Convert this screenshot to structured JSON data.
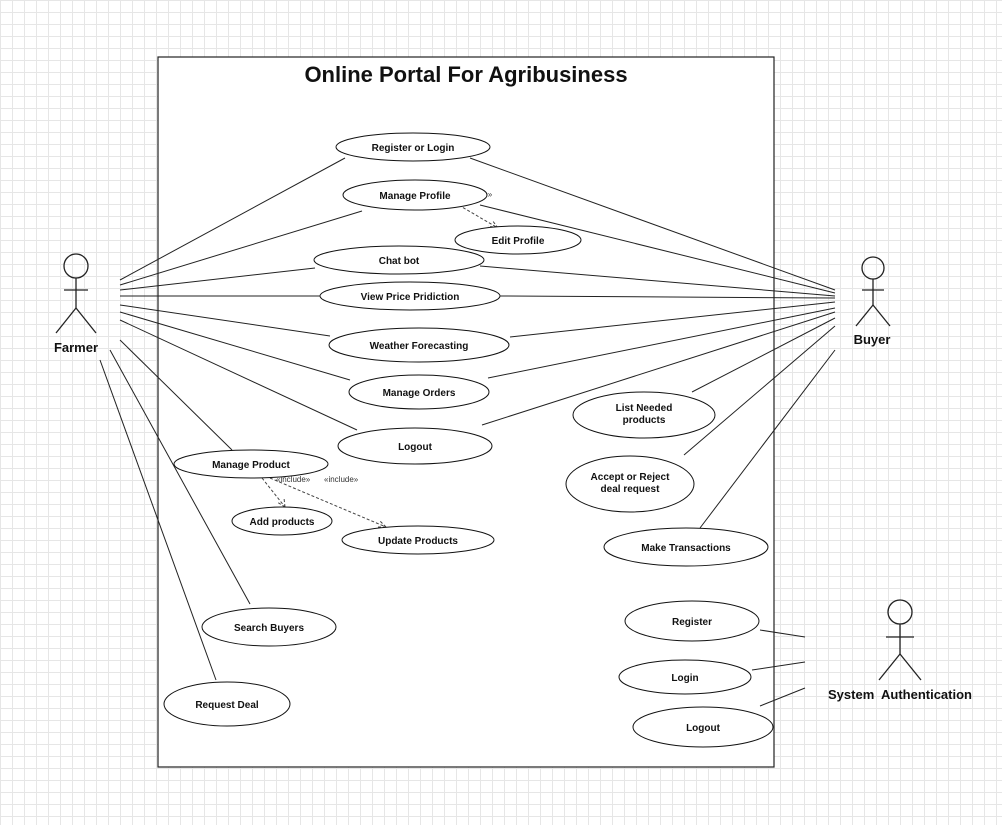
{
  "diagram": {
    "title": "Online Portal For Agribusiness",
    "actors": {
      "farmer": "Farmer",
      "buyer": "Buyer",
      "system_auth": "System  Authentication"
    },
    "use_cases": {
      "register_or_login": "Register or Login",
      "manage_profile": "Manage Profile",
      "edit_profile": "Edit Profile",
      "chat_bot": "Chat bot",
      "view_price_prediction": "View Price Pridiction",
      "weather_forecasting": "Weather Forecasting",
      "manage_orders": "Manage Orders",
      "logout": "Logout",
      "manage_product": "Manage Product",
      "add_products": "Add products",
      "update_products": "Update Products",
      "search_buyers": "Search Buyers",
      "request_deal": "Request Deal",
      "list_needed_products": [
        "List Needed",
        "products"
      ],
      "accept_reject_deal": [
        "Accept or Reject",
        "deal request"
      ],
      "make_transactions": "Make Transactions",
      "register": "Register",
      "login": "Login",
      "auth_logout": "Logout"
    },
    "stereotypes": {
      "include_profile": "«include»",
      "include_add": "«include»",
      "include_update": "«include»"
    }
  }
}
